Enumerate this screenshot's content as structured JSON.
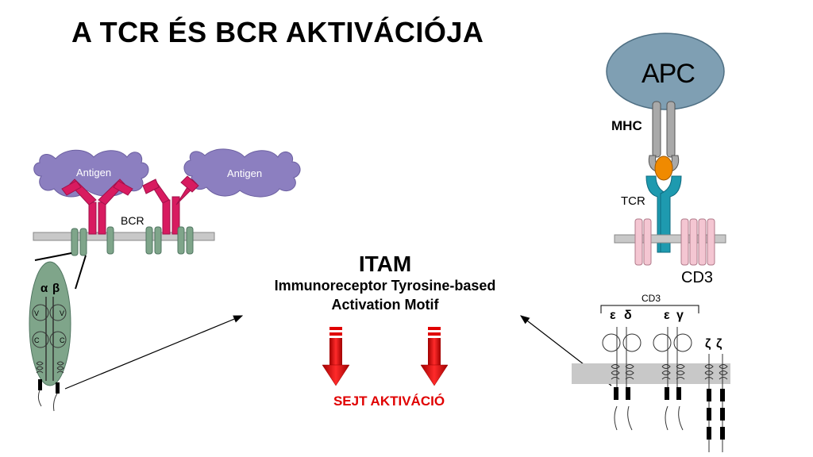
{
  "title": "A TCR ÉS BCR AKTIVÁCIÓJA",
  "bcr": {
    "antigen_left": "Antigen",
    "antigen_right": "Antigen",
    "receptor_label": "BCR",
    "alpha": "α",
    "beta": "β",
    "v_left": "V",
    "v_right": "V",
    "c_left": "C",
    "c_right": "C"
  },
  "itam": {
    "title": "ITAM",
    "subtitle_line1": "Immunoreceptor Tyrosine-based",
    "subtitle_line2": "Activation Motif"
  },
  "result": "SEJT AKTIVÁCIÓ",
  "tcr": {
    "apc": "APC",
    "mhc": "MHC",
    "tcr": "TCR",
    "cd3_big": "CD3",
    "cd3_small": "CD3",
    "epsilon1": "ε",
    "delta": "δ",
    "epsilon2": "ε",
    "gamma": "γ",
    "zeta1": "ζ",
    "zeta2": "ζ"
  },
  "colors": {
    "antigen": "#8c7fc0",
    "bcr_chain": "#d81b60",
    "membrane": "#c8c8c8",
    "ig_alpha_beta": "#7fa58a",
    "apc": "#7f9fb3",
    "tcr_chain": "#1e9aaf",
    "peptide": "#f08a00",
    "cd3": "#f4c6d2",
    "arrow_red": "#e00000"
  }
}
